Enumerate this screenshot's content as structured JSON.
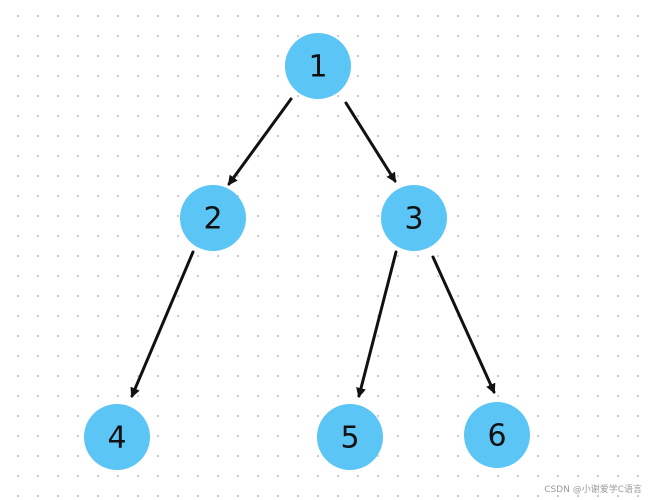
{
  "tree": {
    "node_color": "#5bc5f5",
    "edge_color": "#111111",
    "label_color": "#111111",
    "nodes": [
      {
        "id": "1",
        "label": "1"
      },
      {
        "id": "2",
        "label": "2"
      },
      {
        "id": "3",
        "label": "3"
      },
      {
        "id": "4",
        "label": "4"
      },
      {
        "id": "5",
        "label": "5"
      },
      {
        "id": "6",
        "label": "6"
      }
    ],
    "edges": [
      {
        "from": "1",
        "to": "2"
      },
      {
        "from": "1",
        "to": "3"
      },
      {
        "from": "2",
        "to": "4"
      },
      {
        "from": "3",
        "to": "5"
      },
      {
        "from": "3",
        "to": "6"
      }
    ]
  },
  "watermark": "CSDN @小谢爱学C语言"
}
